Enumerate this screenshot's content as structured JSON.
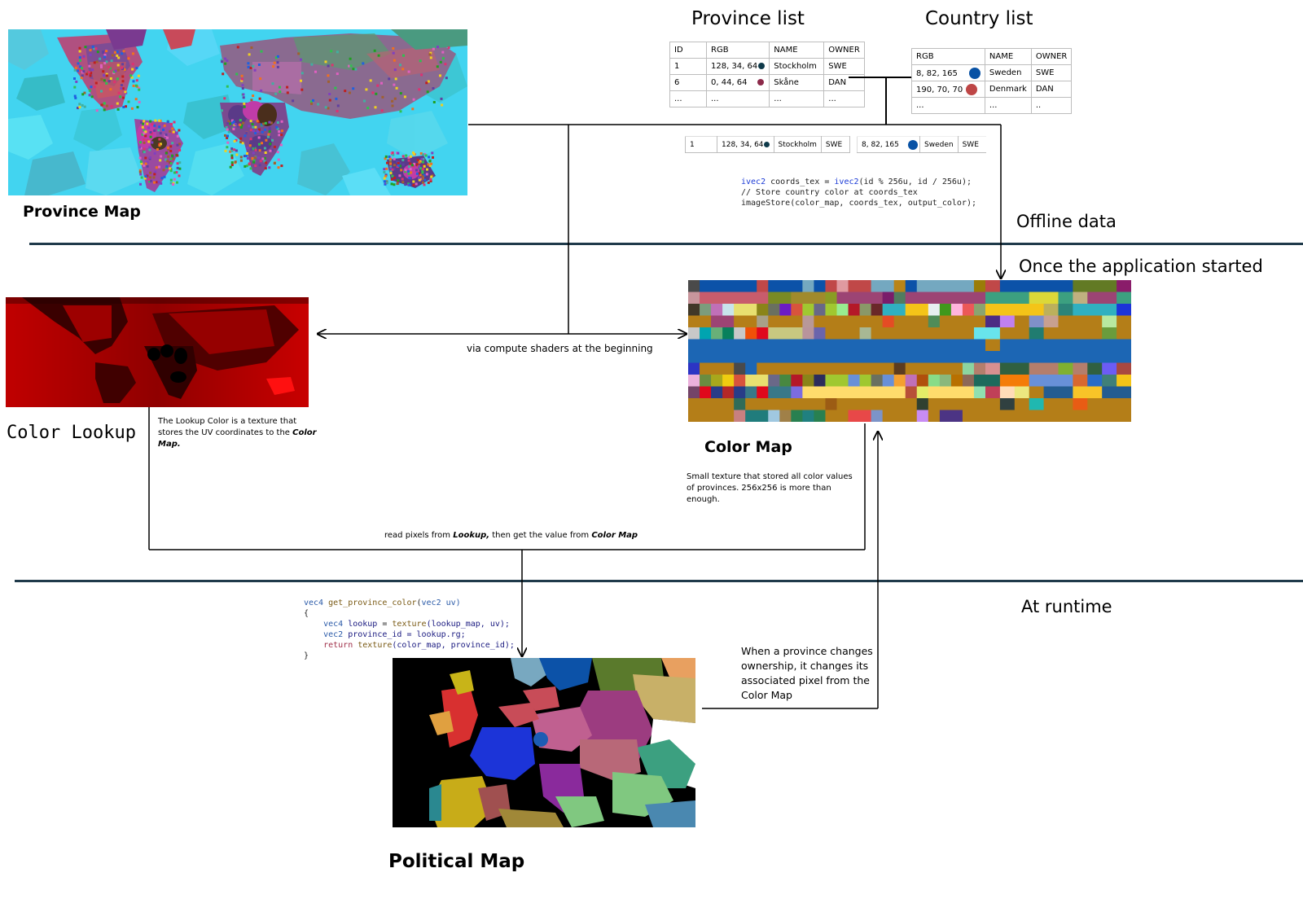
{
  "sections": {
    "offline": "Offline data",
    "startup": "Once the application started",
    "runtime": "At runtime"
  },
  "province_list": {
    "title": "Province list",
    "headers": [
      "ID",
      "RGB",
      "NAME",
      "OWNER"
    ],
    "rows": [
      {
        "id": "1",
        "rgb": "128, 34, 64",
        "dot_color": "#0e3a4a",
        "name": "Stockholm",
        "owner": "SWE"
      },
      {
        "id": "6",
        "rgb": "0, 44, 64",
        "dot_color": "#8c2a4a",
        "name": "Skåne",
        "owner": "DAN"
      },
      {
        "id": "...",
        "rgb": "...",
        "dot_color": "",
        "name": "...",
        "owner": "..."
      }
    ]
  },
  "country_list": {
    "title": "Country list",
    "headers": [
      "RGB",
      "NAME",
      "OWNER"
    ],
    "rows": [
      {
        "rgb": "8, 82, 165",
        "dot_color": "#0852a5",
        "name": "Sweden",
        "owner": "SWE"
      },
      {
        "rgb": "190, 70, 70",
        "dot_color": "#be4646",
        "name": "Denmark",
        "owner": "DAN"
      },
      {
        "rgb": "...",
        "dot_color": "",
        "name": "...",
        "owner": ".."
      }
    ]
  },
  "joined_row": {
    "province": {
      "id": "1",
      "rgb": "128, 34, 64",
      "dot_color": "#0e3a4a",
      "name": "Stockholm",
      "owner": "SWE"
    },
    "country": {
      "rgb": "8, 82, 165",
      "dot_color": "#0852a5",
      "name": "Sweden",
      "owner": "SWE"
    }
  },
  "store_code": {
    "line1_type": "ivec2",
    "line1_mid": " coords_tex = ",
    "line1_type2": "ivec2",
    "line1_end": "(id % 256u, id / 256u);",
    "line2": "// Store country color at coords_tex",
    "line3": "imageStore(color_map, coords_tex, output_color);"
  },
  "province_map": {
    "label": "Province Map"
  },
  "color_lookup": {
    "label": "Color Lookup",
    "desc_prefix": "The Lookup Color is a texture that stores the UV coordinates to the ",
    "desc_em": "Color Map.",
    "desc_suffix": ""
  },
  "color_map": {
    "label": "Color Map",
    "desc": "Small texture that stored all color values of provinces. 256x256 is more than enough."
  },
  "compute_label": "via compute shaders at the beginning",
  "read_label": {
    "p1": "read pixels from ",
    "em1": "Lookup,",
    "p2": " then get the value from ",
    "em2": "Color Map"
  },
  "runtime_code": {
    "sig_type": "vec4",
    "sig_fn": " get_province_color",
    "sig_open": "(",
    "sig_argtype": "vec2",
    "sig_arg": " uv)",
    "brace_open": "{",
    "l1_type": "vec4",
    "l1_var": " lookup",
    "l1_eq": " = ",
    "l1_fn": "texture",
    "l1_args": "(lookup_map, uv);",
    "l2_type": "vec2",
    "l2_var": " province_id",
    "l2_rest": " = lookup.rg;",
    "l3_ret": "return",
    "l3_fn": " texture",
    "l3_args": "(color_map, province_id);",
    "brace_close": "}"
  },
  "ownership_note": "When a province changes ownership, it changes its associated pixel from the Color Map",
  "political_map": {
    "label": "Political Map"
  },
  "color_map_grid": {
    "cols": 26,
    "rows": [
      [
        "#4a4a4a",
        "#0c52a8",
        "#0c52a8",
        "#0c52a8",
        "#0c52a8",
        "#0c52a8",
        "#c04848",
        "#0c52a8",
        "#0c52a8",
        "#0c52a8",
        "#74a8c0",
        "#0c52a8",
        "#c04848",
        "#e09aa0",
        "#c04848",
        "#c04848",
        "#74a8c0",
        "#74a8c0",
        "#b88418",
        "#0c52a8",
        "#74a8c0",
        "#74a8c0",
        "#74a8c0",
        "#74a8c0",
        "#74a8c0",
        "#9a7c08"
      ],
      [
        "#c8969c",
        "#c85c6c",
        "#c85c6c",
        "#c85c6c",
        "#c85c6c",
        "#c85c6c",
        "#c85c6c",
        "#7a8a24",
        "#7a8a24",
        "#a08a2c",
        "#a08a2c",
        "#a08a2c",
        "#8a9c24",
        "#9c4474",
        "#9c4474",
        "#9c4474",
        "#9c4474",
        "#7a1c6a",
        "#507c60",
        "#9c4474",
        "#9c4474",
        "#9c4474",
        "#9c4474",
        "#9c4474",
        "#9c4474",
        "#9c4474"
      ],
      [
        "#403828",
        "#7c9c7c",
        "#c070b8",
        "#c8e4ec",
        "#e8e070",
        "#e8e070",
        "#8a8418",
        "#6a7060",
        "#6c1cc4",
        "#d8543c",
        "#a0c830",
        "#686888",
        "#a0c830",
        "#98ec90",
        "#b41828",
        "#8a9868",
        "#6a2828",
        "#30b0c0",
        "#30b0c0",
        "#f4c418",
        "#f4c418",
        "#e8eef0",
        "#40981c",
        "#ffb4dc",
        "#ec5858",
        "#8aa470"
      ],
      [
        "#b47e18",
        "#b47e18",
        "#9c4474",
        "#9c4474",
        "#b47e18",
        "#b47e18",
        "#a8a088",
        "#b47e18",
        "#b47e18",
        "#b47e18",
        "#b89898",
        "#b47e18",
        "#b47e18",
        "#b47e18",
        "#b47e18",
        "#b47e18",
        "#b47e18",
        "#e44c24",
        "#b47e18",
        "#b47e18",
        "#b47e18",
        "#508c58",
        "#b47e18",
        "#b47e18",
        "#b47e18",
        "#b47e18"
      ],
      [
        "#c8c8c8",
        "#00a4b0",
        "#68b078",
        "#08805c",
        "#c8c8c8",
        "#f05008",
        "#e0081c",
        "#c8c880",
        "#c8c880",
        "#c8c880",
        "#b8949c",
        "#6a64ac",
        "#b47e18",
        "#b47e18",
        "#b47e18",
        "#a8b894",
        "#b47e18",
        "#b47e18",
        "#b47e18",
        "#b47e18",
        "#b47e18",
        "#b47e18",
        "#b47e18",
        "#b47e18",
        "#b47e18",
        "#68e4ec"
      ],
      [
        "#1c66b4",
        "#1c66b4",
        "#1c66b4",
        "#1c66b4",
        "#1c66b4",
        "#1c66b4",
        "#1c66b4",
        "#1c66b4",
        "#1c66b4",
        "#1c66b4",
        "#1c66b4",
        "#1c66b4",
        "#1c66b4",
        "#1c66b4",
        "#1c66b4",
        "#1c66b4",
        "#1c66b4",
        "#1c66b4",
        "#1c66b4",
        "#1c66b4",
        "#1c66b4",
        "#1c66b4",
        "#1c66b4",
        "#1c66b4",
        "#1c66b4",
        "#1c66b4"
      ],
      [
        "#1c66b4",
        "#1c66b4",
        "#1c66b4",
        "#1c66b4",
        "#1c66b4",
        "#1c66b4",
        "#1c66b4",
        "#1c66b4",
        "#1c66b4",
        "#1c66b4",
        "#1c66b4",
        "#1c66b4",
        "#1c66b4",
        "#1c66b4",
        "#1c66b4",
        "#1c66b4",
        "#1c66b4",
        "#1c66b4",
        "#1c66b4",
        "#1c66b4",
        "#1c66b4",
        "#1c66b4",
        "#1c66b4",
        "#1c66b4",
        "#1c66b4",
        "#1c66b4"
      ],
      [
        "#2c34c4",
        "#b47e18",
        "#b47e18",
        "#b47e18",
        "#4a4a4a",
        "#1c66b4",
        "#b47e18",
        "#b47e18",
        "#b47e18",
        "#b47e18",
        "#b47e18",
        "#b47e18",
        "#b47e18",
        "#b47e18",
        "#b47e18",
        "#b47e18",
        "#b47e18",
        "#b47e18",
        "#5c3c20",
        "#b47e18",
        "#b47e18",
        "#b47e18",
        "#b47e18",
        "#b47e18",
        "#8cd4a0",
        "#b47e6c"
      ],
      [
        "#ecb0dc",
        "#6a8c40",
        "#a8a81c",
        "#f0cc10",
        "#d8543c",
        "#e8e070",
        "#e8e070",
        "#6a6888",
        "#488840",
        "#b41828",
        "#8a8418",
        "#2c2c5c",
        "#a0c830",
        "#a0c830",
        "#6890d8",
        "#a0c830",
        "#6a7060",
        "#6890d8",
        "#f4a030",
        "#c070b8",
        "#b0500c",
        "#88dc88",
        "#8ab87c",
        "#b87000",
        "#8c6858",
        "#1c6a5c"
      ],
      [
        "#744468",
        "#e0081c",
        "#283c88",
        "#b42828",
        "#283c88",
        "#387888",
        "#e0081c",
        "#387888",
        "#387888",
        "#7c6ce0",
        "#ffdc6c",
        "#ffdc6c",
        "#ffdc6c",
        "#ffdc6c",
        "#ffdc6c",
        "#ffdc6c",
        "#ffdc6c",
        "#ffdc6c",
        "#ffdc6c",
        "#b85038",
        "#e4ec68",
        "#ffdc6c",
        "#ffdc6c",
        "#ffdc6c",
        "#ffdc6c",
        "#90e0b0"
      ],
      [
        "#b47e18",
        "#b47e18",
        "#b47e18",
        "#b47e18",
        "#306c58",
        "#b47e18",
        "#b47e18",
        "#b47e18",
        "#b47e18",
        "#b47e18",
        "#b47e18",
        "#b47e18",
        "#9c5c14",
        "#b47e18",
        "#b47e18",
        "#b47e18",
        "#b47e18",
        "#b47e18",
        "#b47e18",
        "#b47e18",
        "#304030",
        "#b47e18",
        "#b47e18",
        "#b47e18",
        "#b47e18",
        "#b47e18"
      ],
      [
        "#b47e18",
        "#b47e18",
        "#b47e18",
        "#b47e18",
        "#c88080",
        "#207c7c",
        "#207c7c",
        "#a0c8e0",
        "#a08048",
        "#288050",
        "#208080",
        "#288050",
        "#b47e18",
        "#b47e18",
        "#e84848",
        "#e84848",
        "#7c94c8",
        "#b47e18",
        "#b47e18",
        "#b47e18",
        "#c88cf4",
        "#b47e18",
        "#4c3484",
        "#4c3484",
        "#b47e18",
        "#b47e18"
      ]
    ],
    "rows_right": [
      [
        "#c04848",
        "#0c52a8",
        "#0c52a8",
        "#0c52a8",
        "#0c52a8",
        "#0c52a8",
        "#627a24",
        "#627a24",
        "#627a24",
        "#8a1c6a"
      ],
      [
        "#3ca080",
        "#3ca080",
        "#3ca080",
        "#dcd838",
        "#dcd838",
        "#3ca080",
        "#c0b080",
        "#9c4474",
        "#9c4474",
        "#3ca080"
      ],
      [
        "#f4c418",
        "#f4c418",
        "#f4c418",
        "#f4c418",
        "#bcb05c",
        "#2c8478",
        "#30b0c0",
        "#30b0c0",
        "#30b0c0",
        "#1c34d8"
      ],
      [
        "#4c2c84",
        "#c080f0",
        "#b47e18",
        "#8090c8",
        "#c8a090",
        "#b47e18",
        "#b47e18",
        "#b47e18",
        "#b8e8a0",
        "#b47e18"
      ],
      [
        "#68e4ec",
        "#b47e18",
        "#b47e18",
        "#207c70",
        "#b47e18",
        "#b47e18",
        "#b47e18",
        "#b47e18",
        "#6a9c3c",
        "#b47e18"
      ],
      [
        "#b47e18",
        "#1c66b4",
        "#1c66b4",
        "#1c66b4",
        "#1c66b4",
        "#1c66b4",
        "#1c66b4",
        "#1c66b4",
        "#1c66b4",
        "#1c66b4"
      ],
      [
        "#1c66b4",
        "#1c66b4",
        "#1c66b4",
        "#1c66b4",
        "#1c66b4",
        "#1c66b4",
        "#1c66b4",
        "#1c66b4",
        "#1c66b4",
        "#1c66b4"
      ],
      [
        "#d89090",
        "#306040",
        "#306040",
        "#b47e6c",
        "#b47e6c",
        "#80b030",
        "#b47e6c",
        "#306040",
        "#6c5cf4",
        "#a84840"
      ],
      [
        "#1c6a5c",
        "#f47c08",
        "#f47c08",
        "#6890d8",
        "#6890d8",
        "#6890d8",
        "#d86830",
        "#286cc8",
        "#408078",
        "#f4c418"
      ],
      [
        "#c04058",
        "#ffdcb8",
        "#ece880",
        "#b47e18",
        "#245c90",
        "#245c90",
        "#f8c428",
        "#f8c428",
        "#245c90",
        "#245c90"
      ],
      [
        "#b47e18",
        "#304040",
        "#b47e18",
        "#20b8b0",
        "#b47e18",
        "#b47e18",
        "#e85c14",
        "#b47e18",
        "#b47e18",
        "#b47e18"
      ],
      [
        "#b47e18",
        "#b47e18",
        "#b47e18",
        "#b47e18",
        "#b47e18",
        "#b47e18",
        "#b47e18",
        "#b47e18",
        "#b47e18",
        "#b47e18"
      ]
    ]
  }
}
